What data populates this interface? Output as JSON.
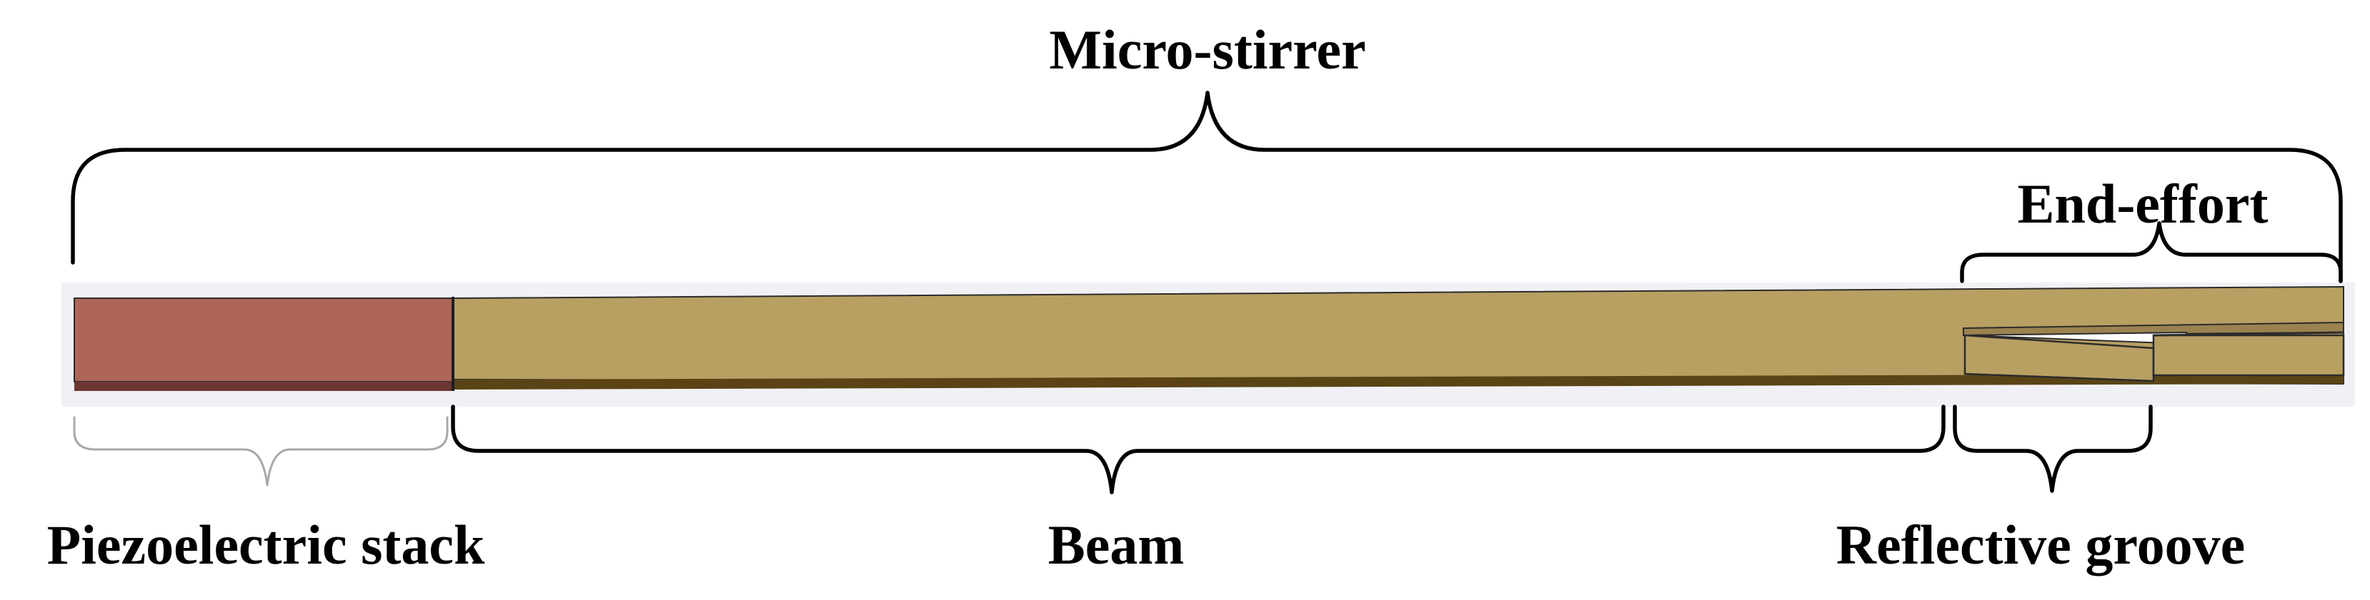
{
  "labels": {
    "micro_stirrer": "Micro-stirrer",
    "end_effort": "End-effort",
    "piezoelectric_stack": "Piezoelectric stack",
    "beam": "Beam",
    "reflective_groove": "Reflective groove"
  },
  "colors": {
    "piezo_fill": "#ad6658",
    "piezo_bottom": "#6e3632",
    "beam_fill": "#b89f62",
    "beam_bottom": "#5a4416",
    "groove_white": "#ffffff",
    "outline": "#2b2b2b",
    "brace_dark": "#000000",
    "brace_light": "#a8a8a8"
  }
}
